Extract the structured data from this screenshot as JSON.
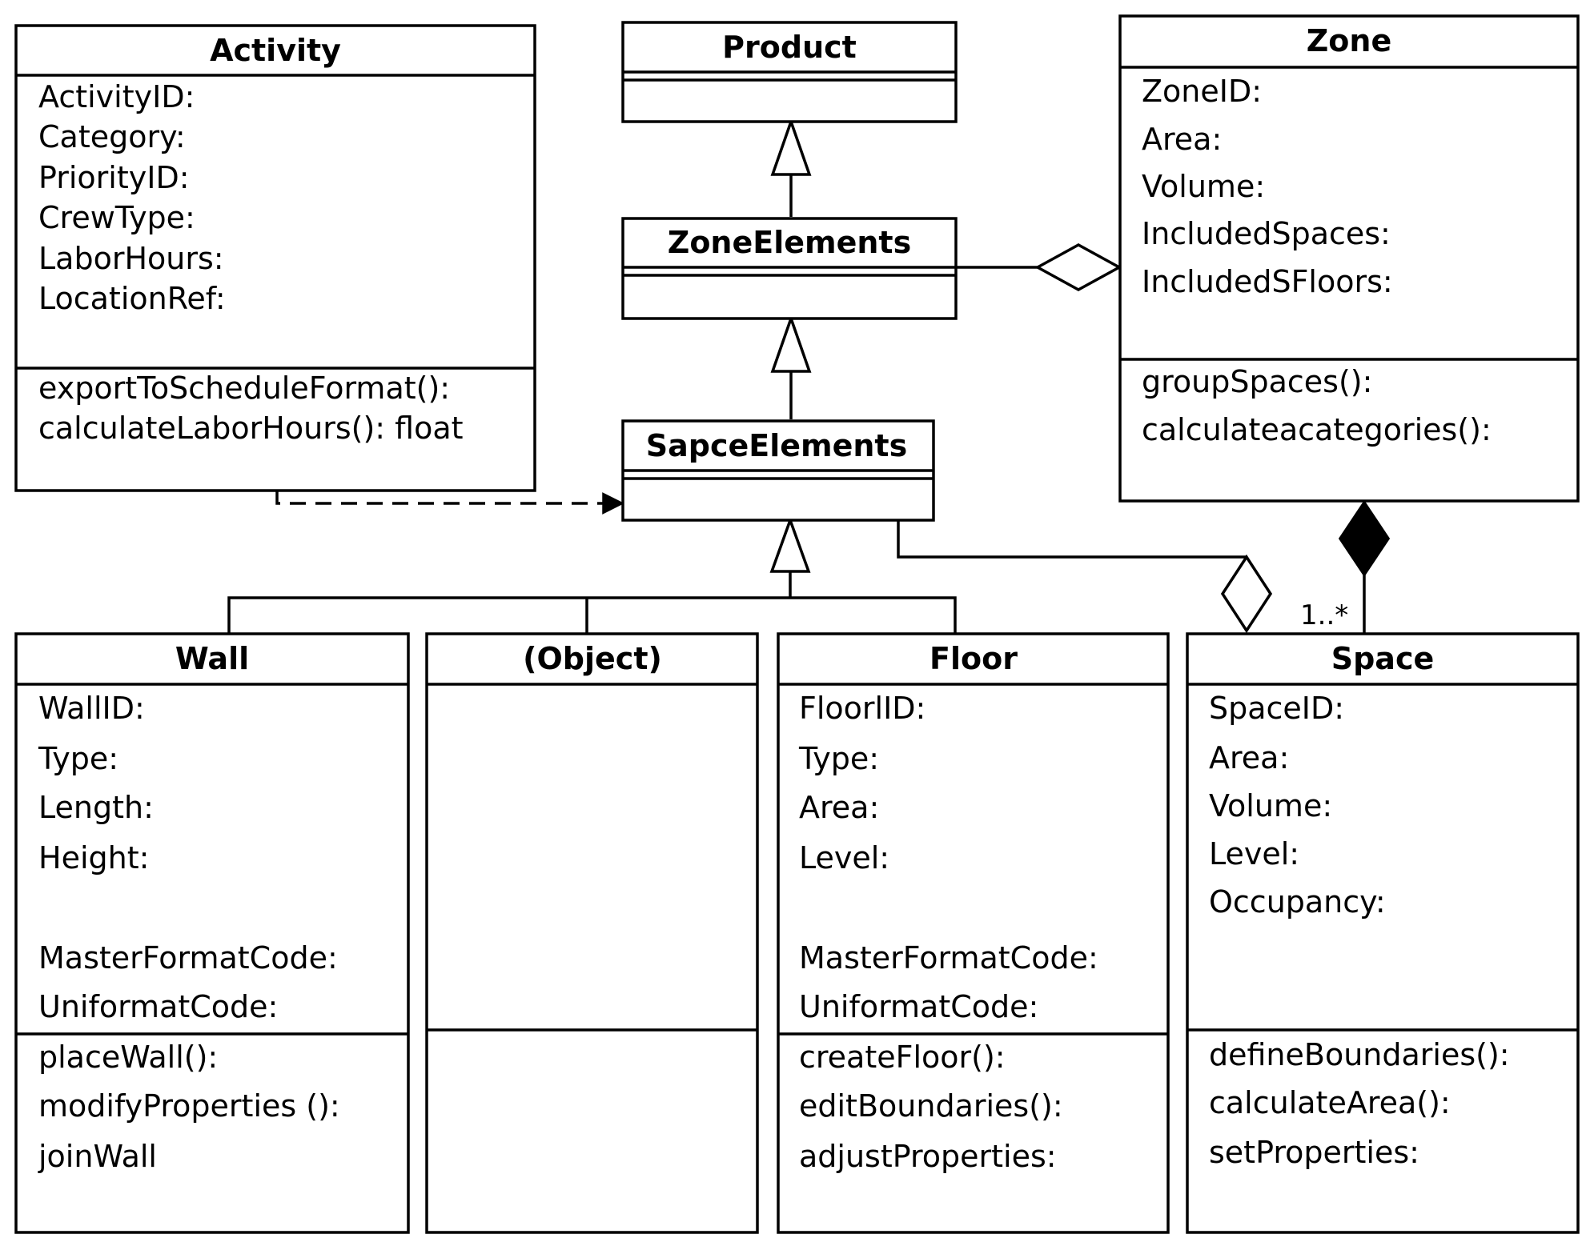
{
  "classes": {
    "activity": {
      "name": "Activity",
      "attributes": [
        "ActivityID:",
        "Category:",
        "PriorityID:",
        "CrewType:",
        "LaborHours:",
        "LocationRef:"
      ],
      "operations": [
        "exportToScheduleFormat():",
        "calculateLaborHours(): float"
      ]
    },
    "product": {
      "name": "Product"
    },
    "zone_elements": {
      "name": "ZoneElements"
    },
    "space_elements": {
      "name": "SapceElements"
    },
    "zone": {
      "name": "Zone",
      "attributes": [
        "ZoneID:",
        "Area:",
        "Volume:",
        "IncludedSpaces:",
        "IncludedSFloors:"
      ],
      "operations": [
        "groupSpaces():",
        "calculateacategories():"
      ]
    },
    "wall": {
      "name": "Wall",
      "attributes": [
        "WallID:",
        "Type:",
        "Length:",
        "Height:",
        "MasterFormatCode:",
        "UniformatCode:"
      ],
      "operations": [
        "placeWall():",
        "modifyProperties ():",
        "joinWall"
      ]
    },
    "object": {
      "name": "(Object)"
    },
    "floor": {
      "name": "Floor",
      "attributes": [
        "FloorlID:",
        "Type:",
        "Area:",
        "Level:",
        "MasterFormatCode:",
        "UniformatCode:"
      ],
      "operations": [
        "createFloor():",
        "editBoundaries():",
        "adjustProperties:"
      ]
    },
    "space": {
      "name": "Space",
      "attributes": [
        "SpaceID:",
        "Area:",
        "Volume:",
        "Level:",
        "Occupancy:"
      ],
      "operations": [
        "defineBoundaries():",
        "calculateArea():",
        "setProperties:"
      ]
    }
  },
  "relationships": {
    "zone_space_multiplicity": "1..*"
  }
}
